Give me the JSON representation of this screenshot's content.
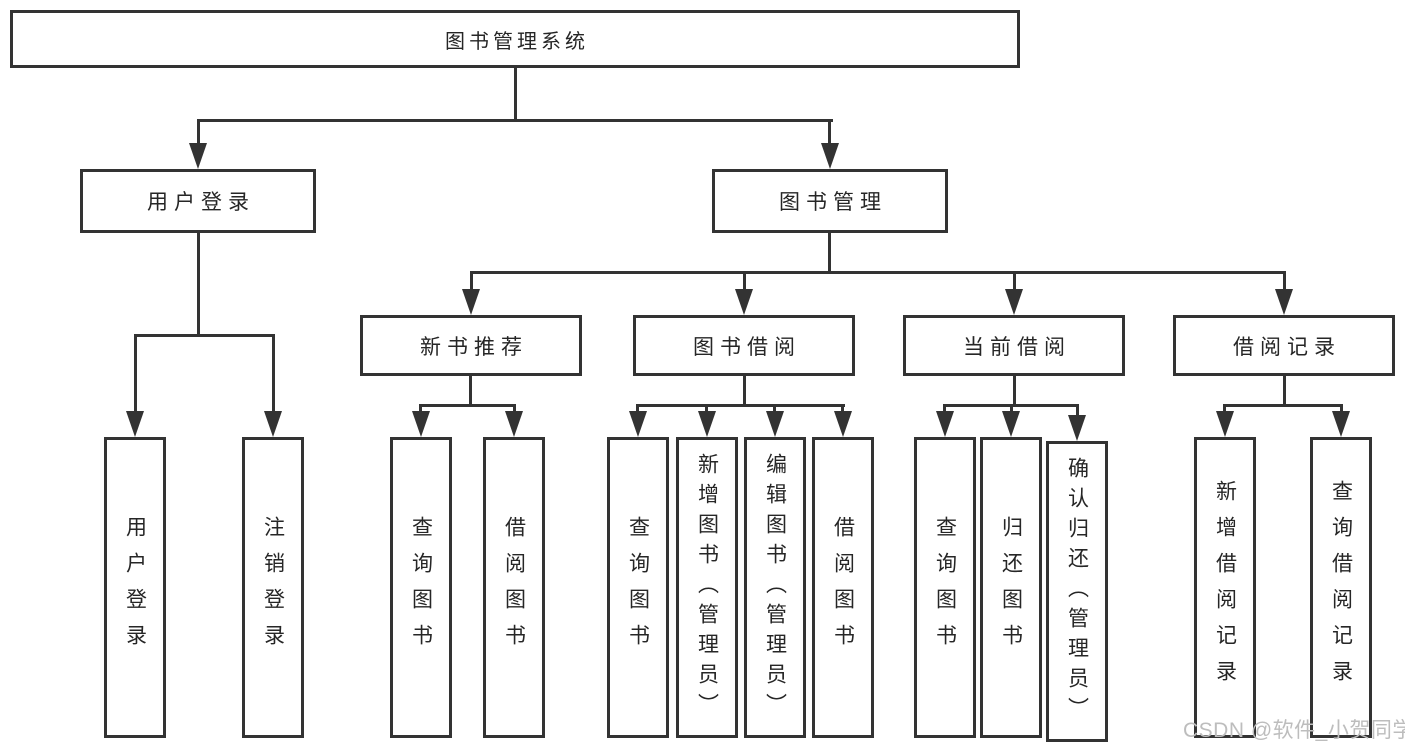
{
  "title": "图书管理系统",
  "branches": [
    {
      "label": "用户登录",
      "children": [
        "用户登录",
        "注销登录"
      ]
    },
    {
      "label": "图书管理",
      "groups": [
        {
          "label": "新书推荐",
          "children": [
            "查询图书",
            "借阅图书"
          ]
        },
        {
          "label": "图书借阅",
          "children": [
            "查询图书",
            "新增图书（管理员）",
            "编辑图书（管理员）",
            "借阅图书"
          ]
        },
        {
          "label": "当前借阅",
          "children": [
            "查询图书",
            "归还图书",
            "确认归还（管理员）"
          ]
        },
        {
          "label": "借阅记录",
          "children": [
            "新增借阅记录",
            "查询借阅记录"
          ]
        }
      ]
    }
  ],
  "watermark": "CSDN @软件_小贺同学",
  "colors": {
    "line": "#333333",
    "text": "#262626",
    "box_background": "#ffffff",
    "page_background": "#ffffff",
    "watermark": "#bdbdbd"
  }
}
